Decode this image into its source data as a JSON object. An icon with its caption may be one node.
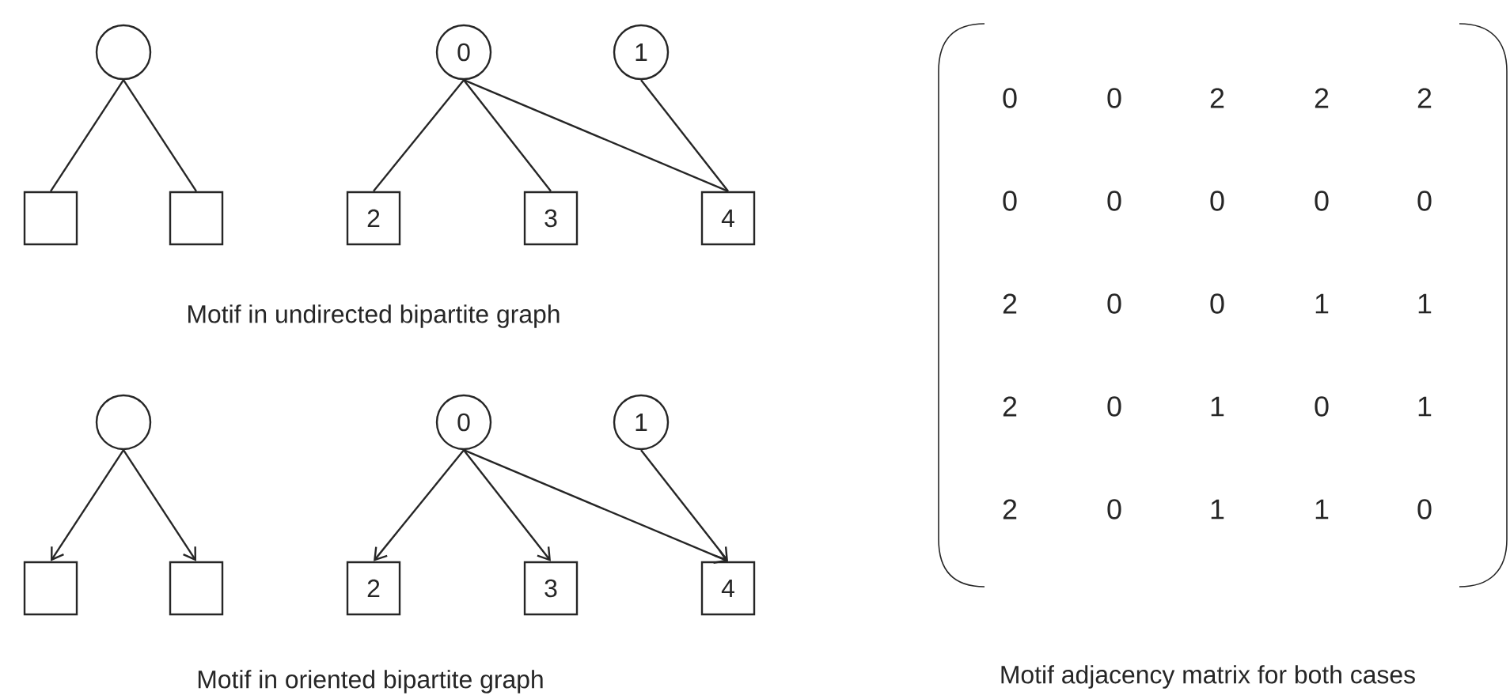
{
  "diagram": {
    "nodes": [
      {
        "text": [],
        "shape": "circle"
      },
      {
        "text": [],
        "shape": "box"
      },
      {
        "text": [],
        "shape": "box"
      },
      {
        "text": [
          "0"
        ]
      },
      {
        "text": [
          "1"
        ]
      },
      {
        "text": [
          "2"
        ]
      },
      {
        "text": [
          "3"
        ]
      },
      {
        "text": [
          "4"
        ]
      },
      {
        "text": [],
        "shape": "circle"
      },
      {
        "text": [],
        "shape": "box"
      },
      {
        "text": [],
        "shape": "box"
      },
      {
        "text": [
          "0"
        ]
      },
      {
        "text": [
          "1"
        ]
      },
      {
        "text": [
          "2"
        ]
      },
      {
        "text": [
          "3"
        ]
      },
      {
        "text": [
          "4"
        ]
      }
    ],
    "edges": [
      {
        "from": 0,
        "to": 1,
        "arrow": "none"
      },
      {
        "from": 0,
        "to": 2,
        "arrow": "none"
      },
      {
        "from": 3,
        "to": 5,
        "arrow": "none"
      },
      {
        "from": 3,
        "to": 6,
        "arrow": "none"
      },
      {
        "from": 3,
        "to": 7,
        "arrow": "none"
      },
      {
        "from": 4,
        "to": 7,
        "arrow": "none"
      },
      {
        "from": 8,
        "to": 9,
        "arrow": "to"
      },
      {
        "from": 8,
        "to": 10,
        "arrow": "to"
      },
      {
        "from": 11,
        "to": 13,
        "arrow": "to"
      },
      {
        "from": 11,
        "to": 14,
        "arrow": "to"
      },
      {
        "from": 11,
        "to": 15,
        "arrow": "to"
      },
      {
        "from": 12,
        "to": 15,
        "arrow": "to"
      }
    ],
    "labels": [
      "0",
      "0",
      "2",
      "2",
      "2",
      "0",
      "0",
      "0",
      "0",
      "0",
      "2",
      "0",
      "0",
      "1",
      "1",
      "2",
      "0",
      "1",
      "0",
      "1",
      "2",
      "0",
      "1",
      "1",
      "0",
      "Motif in undirected bipartite graph",
      "Motif in oriented bipartite graph",
      "Motif adjacency matrix for both cases"
    ]
  }
}
